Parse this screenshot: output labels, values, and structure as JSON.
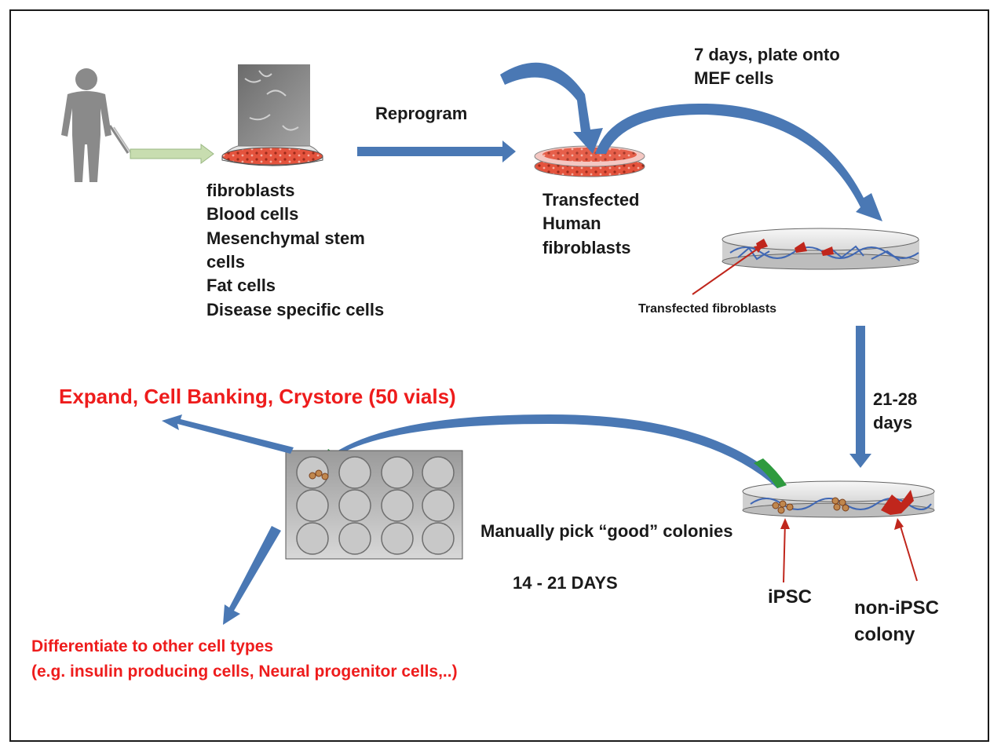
{
  "labels": {
    "cell_sources": [
      "fibroblasts",
      "Blood cells",
      "Mesenchymal stem",
      "cells",
      "Fat cells",
      "Disease specific cells"
    ],
    "reprogram": "Reprogram",
    "plate_onto": [
      "7 days,  plate onto",
      "MEF cells"
    ],
    "transfected_human": [
      "Transfected",
      "Human",
      "fibroblasts"
    ],
    "transfected_fibroblasts": "Transfected fibroblasts",
    "duration_days": [
      "21-28",
      "days"
    ],
    "expand": "Expand,  Cell  Banking,   Crystore (50 vials)",
    "manually_pick": "Manually pick “good” colonies",
    "duration_14_21": "14 - 21 DAYS",
    "ipsc": "iPSC",
    "non_ipsc": [
      "non-iPSC",
      "colony"
    ],
    "differentiate": [
      "Differentiate to other cell types",
      "(e.g. insulin producing cells, Neural progenitor cells,..)"
    ]
  },
  "colors": {
    "arrow_blue": "#4a78b4",
    "highlight_red": "#ee1c1c",
    "green_arrow": "#c8ddb0",
    "pick_arrow_green": "#2e9a3e",
    "dish_fill": "#e4533d",
    "frame": "#1a1a1a"
  },
  "icons": [
    "human-figure-icon",
    "culture-flask-icon",
    "petri-dish-icon",
    "well-plate-icon"
  ]
}
